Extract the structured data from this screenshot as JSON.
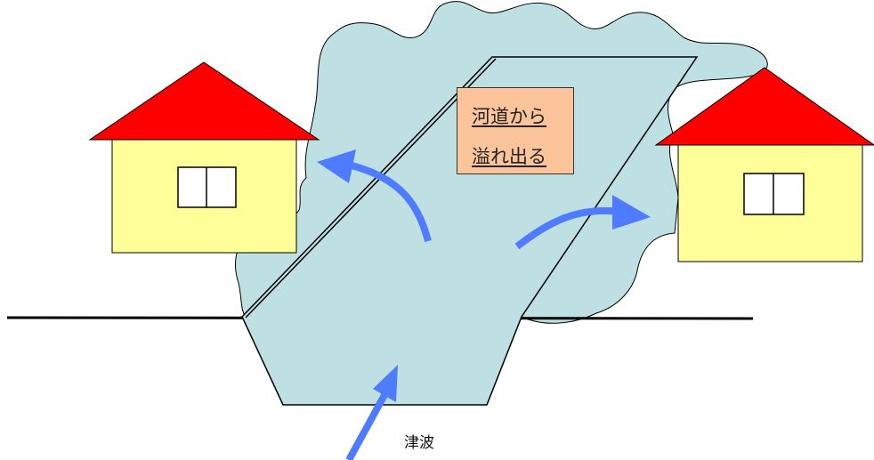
{
  "overflow_label": {
    "line1": "河道から",
    "line2": "溢れ出る"
  },
  "tsunami_label": "津波",
  "colors": {
    "water": "#bfe0e2",
    "roof": "#ff0000",
    "wall": "#ffff99",
    "arrow": "#4e7bff",
    "label_bg": "#fbc49a"
  },
  "icons": [
    "house-icon",
    "arrow-icon"
  ]
}
